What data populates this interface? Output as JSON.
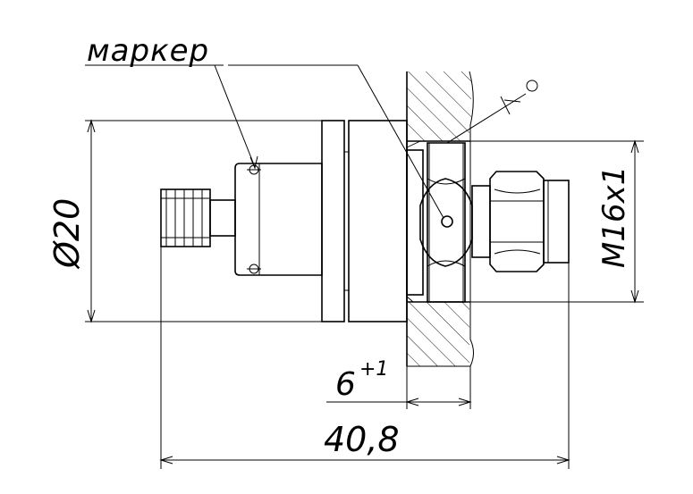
{
  "labels": {
    "marker": "маркер",
    "diameter": "Ø20",
    "thread": "M16x1",
    "depth_value": "6",
    "depth_tolerance": "+1",
    "total_length": "40,8"
  }
}
